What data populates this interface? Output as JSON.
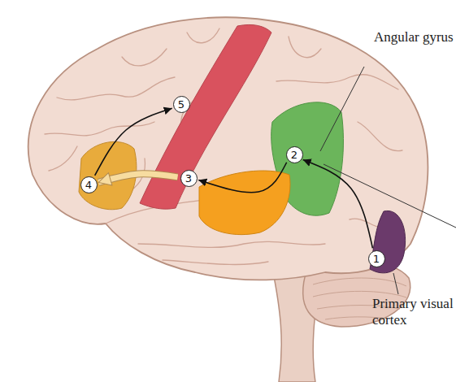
{
  "diagram": {
    "nodes": [
      {
        "text": [
          "1"
        ]
      },
      {
        "text": [
          "2"
        ]
      },
      {
        "text": [
          "3"
        ]
      },
      {
        "text": [
          "4"
        ]
      },
      {
        "text": [
          "5"
        ]
      }
    ],
    "edges": [
      {
        "from": 0,
        "to": 1,
        "arrow": "to"
      },
      {
        "from": 1,
        "to": 2,
        "arrow": "to"
      },
      {
        "from": 2,
        "to": 3,
        "arrow": "to"
      },
      {
        "from": 3,
        "to": 4,
        "arrow": "to"
      }
    ],
    "labels": [
      "Angular gyrus",
      "Primary visual cortex"
    ]
  }
}
